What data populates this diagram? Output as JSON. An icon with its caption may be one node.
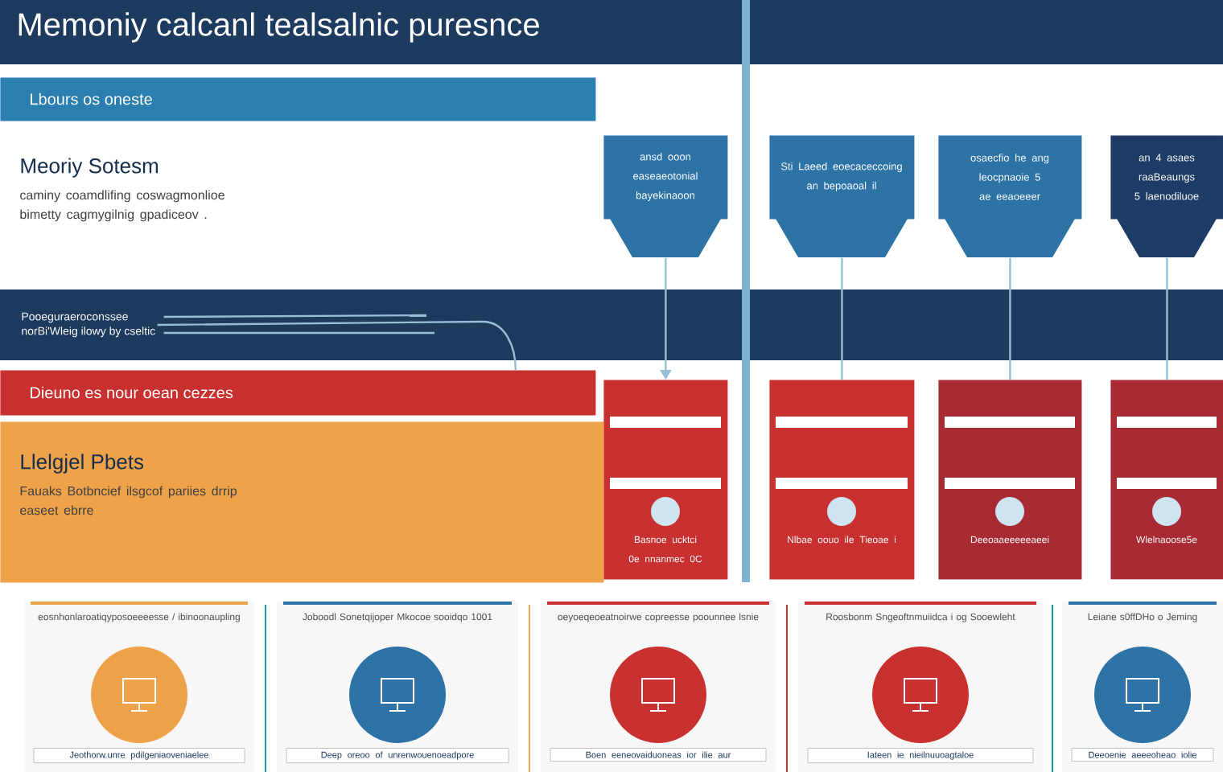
{
  "diagram": {
    "title": "Memoniy calcanl tealsalnic puresnce",
    "nodes": [
      {
        "text": [
          "Lbours os oneste"
        ]
      },
      {
        "text": [
          "Meoriy Sotesm",
          "caminy coamdlifing coswagmonlioe bimetty cagmygilnig gpadiceov ."
        ]
      },
      {
        "text": [
          "ansd ooon easeaeotonial bayekinaoon"
        ]
      },
      {
        "text": [
          "Sti Laeed eoecaceccoing an bepoaoal il"
        ]
      },
      {
        "text": [
          "osaecfio he ang leocpnaoie 5 ae eeaoeeer"
        ]
      },
      {
        "text": [
          "an 4 asaes raaBeaungs 5 laenodiluoe"
        ]
      },
      {
        "text": [
          "Pooeguraeroconssee",
          "norBi'Wleig ilowy by cseltic"
        ]
      },
      {
        "text": [
          "Dieuno es nour oean cezzes"
        ]
      },
      {
        "text": [
          "Llelgjel Pbets",
          "Fauaks Botbncief ilsgcof pariies drrip easeet ebrre"
        ]
      },
      {
        "text": [
          "Basnoe ucktci 0e nnanmec 0C"
        ]
      },
      {
        "text": [
          "Nlbae oouo ile Tieoae i"
        ]
      },
      {
        "text": [
          "Deeoaaeeeeeaeei"
        ]
      },
      {
        "text": [
          "Wlelnaoose5e"
        ]
      },
      {
        "text": [
          "eosnhonlaroatiqyposoeeeesse / ibinoonaupling",
          "Jeothorw.unre pdilgeniaoveniaelee"
        ]
      },
      {
        "text": [
          "Joboodl Sonetqijoper Mkocoe sooidqo 1001",
          "Deep oreoo of unrenwouenoeadpore"
        ]
      },
      {
        "text": [
          "oeyoeqeoeatnoirwe copreesse poounnee lsnie",
          "Boen eeneovaiduoneas ior ilie aur"
        ]
      },
      {
        "text": [
          "Roosbonm Sngeoftnmuiidca i og Sooewleht",
          "Iateen ie nieilnuuoagtaloe"
        ]
      },
      {
        "text": [
          "Leiane s0ffDHo o Jeming",
          "Deeoenie aeeeoheao iolie"
        ]
      }
    ],
    "edges": [
      {
        "from": 6,
        "to": 7,
        "arrow": "none"
      },
      {
        "from": 2,
        "to": 9,
        "arrow": "to"
      },
      {
        "from": 3,
        "to": 10,
        "arrow": "none"
      },
      {
        "from": 4,
        "to": 11,
        "arrow": "none"
      },
      {
        "from": 5,
        "to": 12,
        "arrow": "none"
      }
    ]
  }
}
